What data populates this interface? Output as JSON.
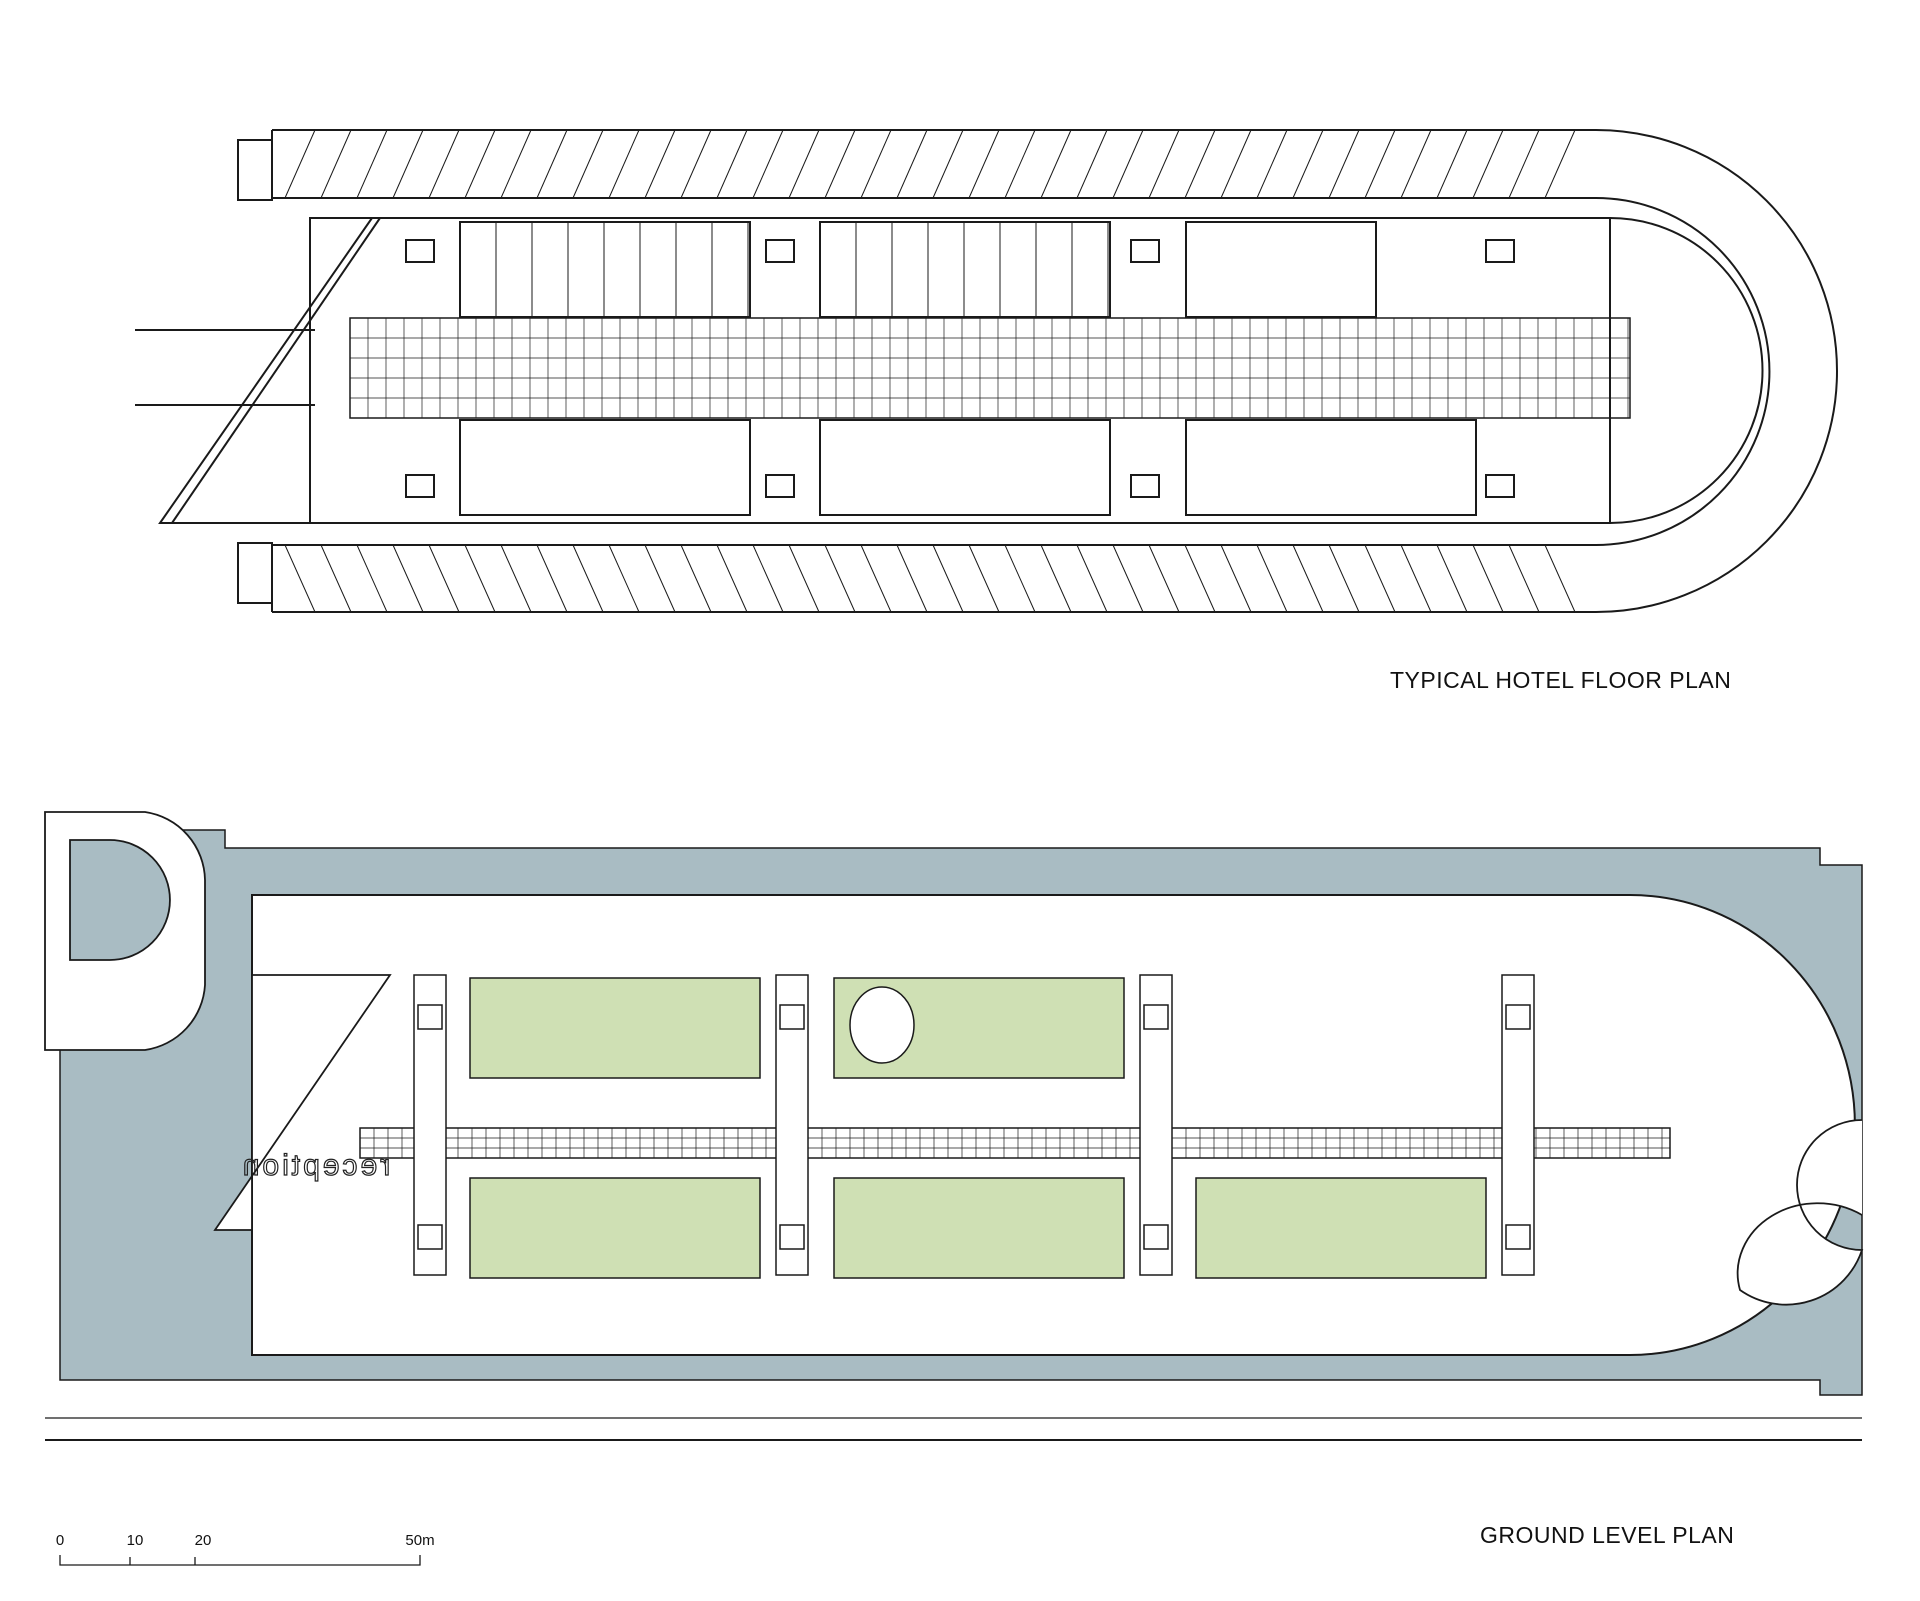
{
  "drawing": {
    "plans": [
      {
        "id": "typical",
        "title": "TYPICAL HOTEL FLOOR PLAN"
      },
      {
        "id": "ground",
        "title": "GROUND LEVEL PLAN"
      }
    ],
    "room_label": "reception",
    "scale_bar": {
      "unit": "m",
      "ticks": [
        "0",
        "10",
        "20",
        "50m"
      ]
    },
    "colors": {
      "water": "#a9bcc3",
      "lawn": "#cfe0b4",
      "line": "#1a1a1a"
    }
  }
}
